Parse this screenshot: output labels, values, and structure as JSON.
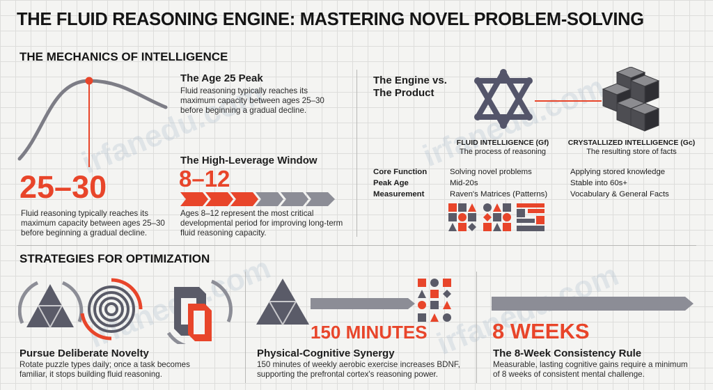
{
  "title": "THE FLUID REASONING ENGINE: MASTERING NOVEL PROBLEM-SOLVING",
  "colors": {
    "accent": "#e8452a",
    "dark": "#5a5b68",
    "arrow": "#8c8d96"
  },
  "mechanics": {
    "heading": "THE MECHANICS OF INTELLIGENCE",
    "peak_big": "25–30",
    "peak_big_text": "Fluid reasoning typically reaches its maximum capacity between ages 25–30 before beginning a gradual decline.",
    "peak_title": "The Age 25 Peak",
    "peak_text": "Fluid reasoning typically reaches its maximum capacity between ages 25–30 before beginning a gradual decline.",
    "window_title": "The High-Leverage Window",
    "window_big": "8–12",
    "window_text": "Ages 8–12 represent the most critical developmental period for improving long-term fluid reasoning capacity."
  },
  "engine": {
    "title_line1": "The Engine vs.",
    "title_line2": "The Product",
    "gf_label": "FLUID INTELLIGENCE (Gf)",
    "gf_sub": "The process of reasoning",
    "gc_label": "CRYSTALLIZED INTELLIGENCE (Gc)",
    "gc_sub": "The resulting store of facts",
    "rows": [
      {
        "label": "Core Function",
        "gf": "Solving novel problems",
        "gc": "Applying stored knowledge"
      },
      {
        "label": "Peak Age",
        "gf": "Mid-20s",
        "gc": "Stable into 60s+"
      },
      {
        "label": "Measurement",
        "gf": "Raven's Matrices (Patterns)",
        "gc": "Vocabulary & General Facts"
      }
    ]
  },
  "strategies": {
    "heading": "STRATEGIES FOR OPTIMIZATION",
    "items": [
      {
        "title": "Pursue Deliberate Novelty",
        "text_line1": "Rotate puzzle types daily; once a task becomes",
        "text_line2": "familiar, it stops building fluid reasoning."
      },
      {
        "big": "150 MINUTES",
        "title": "Physical-Cognitive Synergy",
        "text_line1": "150 minutes of weekly aerobic exercise increases BDNF,",
        "text_line2": "supporting the prefrontal cortex's reasoning power."
      },
      {
        "big": "8 WEEKS",
        "title": "The 8-Week Consistency Rule",
        "text_line1": "Measurable, lasting cognitive gains require a minimum",
        "text_line2": "of 8 weeks of consistent mental challenge."
      }
    ]
  },
  "watermark": "irfanedu.com"
}
